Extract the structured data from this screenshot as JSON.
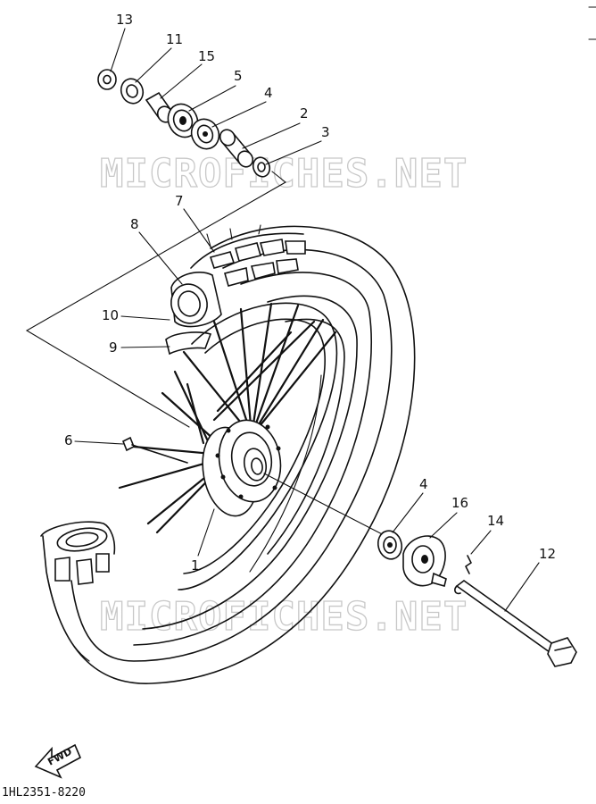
{
  "watermark": {
    "text": "MICROFICHES.NET"
  },
  "footer": {
    "code": "1HL2351-8220",
    "fwd_label": "FWD"
  },
  "callouts": [
    "13",
    "11",
    "15",
    "5",
    "4",
    "2",
    "3",
    "7",
    "8",
    "10",
    "9",
    "6",
    "1",
    "4",
    "16",
    "14",
    "12"
  ]
}
